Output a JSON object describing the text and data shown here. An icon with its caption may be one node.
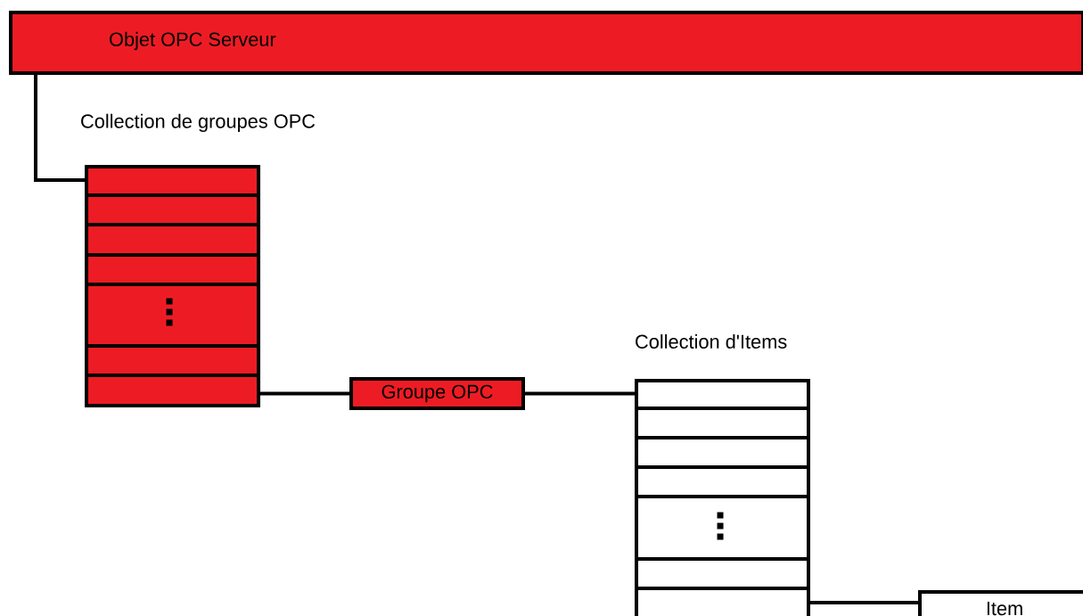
{
  "diagram": {
    "nodes": [
      {
        "text": [
          "Objet OPC Serveur"
        ]
      },
      {
        "text": [
          "Collection de groupes OPC"
        ]
      },
      {
        "text": [
          "Groupe OPC"
        ]
      },
      {
        "text": [
          "Collection d'Items"
        ]
      },
      {
        "text": [
          "Item"
        ]
      }
    ],
    "edges": [
      {
        "from": 0,
        "to": 1,
        "arrow": "none"
      },
      {
        "from": 1,
        "to": 2,
        "arrow": "none"
      },
      {
        "from": 2,
        "to": 3,
        "arrow": "none"
      },
      {
        "from": 3,
        "to": 4,
        "arrow": "none"
      }
    ]
  }
}
